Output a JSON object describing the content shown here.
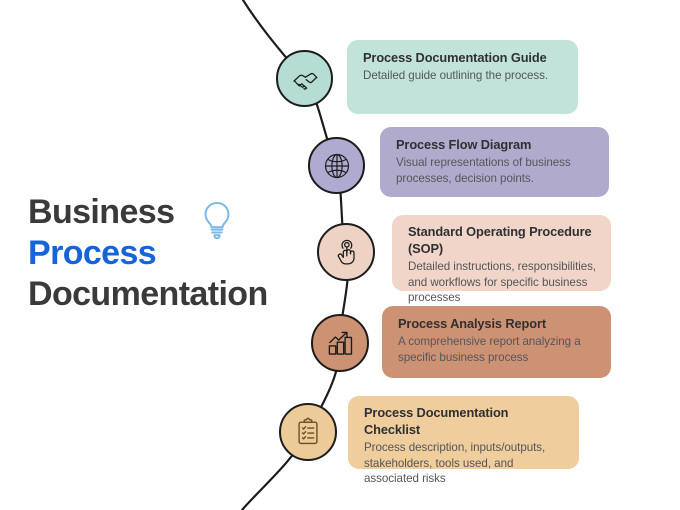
{
  "heading": {
    "lines": [
      {
        "text": "Business",
        "color": "#3a3a3a"
      },
      {
        "text": "Process",
        "color": "#1565d8"
      },
      {
        "text": "Documentation",
        "color": "#3a3a3a"
      }
    ],
    "accent_color": "#1565d8",
    "bulb_icon": "lightbulb-icon",
    "bulb_color": "#7cb8e8"
  },
  "colors": {
    "background": "#ffffff",
    "line": "#1c1c1c",
    "text_dark": "#3a3a3a",
    "text_body": "#55565b"
  },
  "steps": [
    {
      "icon": "handshake-icon",
      "title": "Process Documentation Guide",
      "description": "Detailed guide outlining the process.",
      "circle_color": "#b5ddd3",
      "card_color": "#c2e3d9"
    },
    {
      "icon": "globe-icon",
      "title": "Process Flow Diagram",
      "description": " Visual representations of business processes, decision points.",
      "circle_color": "#afabd0",
      "card_color": "#b0abcd"
    },
    {
      "icon": "tap-finger-icon",
      "title": "Standard Operating Procedure (SOP)",
      "description": "Detailed instructions, responsibilities, and workflows for specific business processes",
      "circle_color": "#eed2c4",
      "card_color": "#f0d5c8"
    },
    {
      "icon": "bar-chart-growth-icon",
      "title": "Process Analysis Report",
      "description": " A comprehensive report analyzing a specific business process",
      "circle_color": "#cc9272",
      "card_color": "#cd9273"
    },
    {
      "icon": "clipboard-checklist-icon",
      "title": "Process Documentation Checklist",
      "description": "Process description, inputs/outputs, stakeholders, tools used, and associated risks",
      "circle_color": "#edcb99",
      "card_color": "#efcd9c"
    }
  ]
}
